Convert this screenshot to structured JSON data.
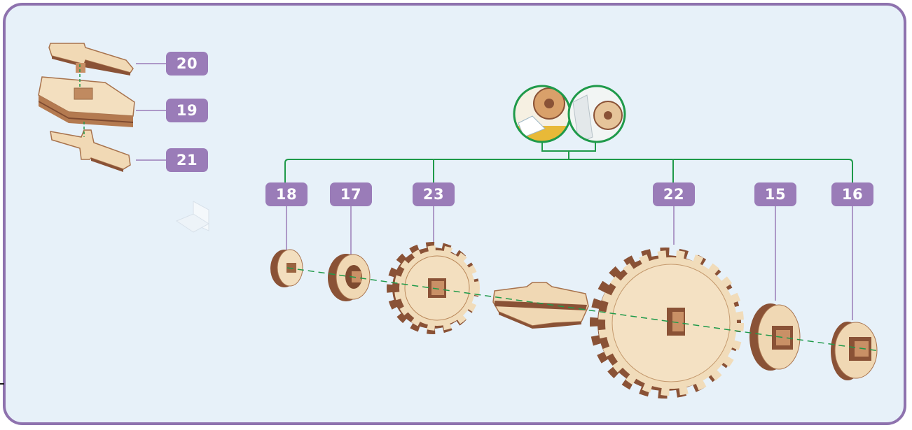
{
  "diagram": {
    "colors": {
      "frame": "#8e72ae",
      "background": "#e7f1f9",
      "badge": "#9a7cb8",
      "connector": "#1f9a4a",
      "wood_light": "#f3dfbf",
      "wood_dark": "#8a5236"
    },
    "parts_top_left": [
      "20",
      "19",
      "21"
    ],
    "parts_row": [
      "18",
      "17",
      "23",
      "22",
      "15",
      "16"
    ],
    "icons": [
      "detail-circle-icon",
      "detail-circle-icon",
      "corner-icon"
    ]
  }
}
